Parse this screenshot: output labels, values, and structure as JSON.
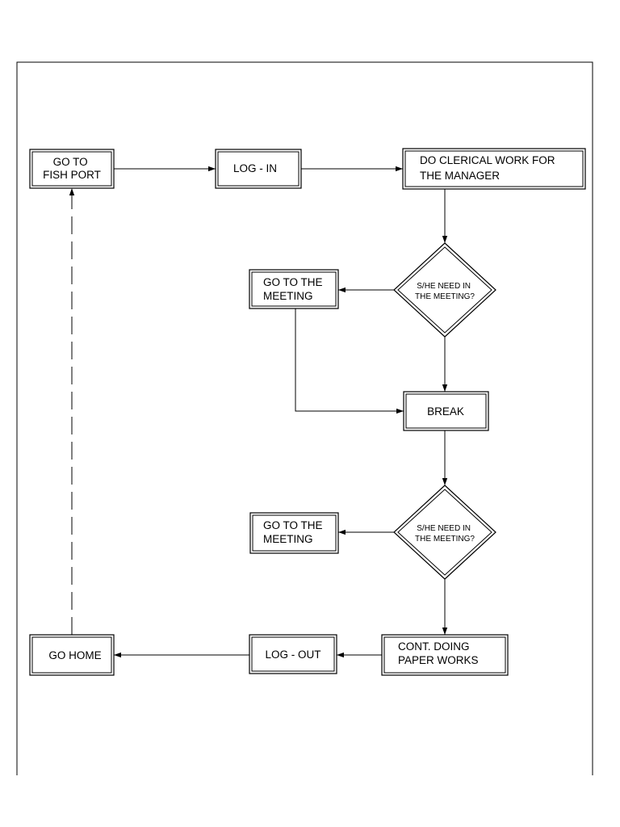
{
  "nodes": {
    "go_to_fish_port": [
      "GO TO",
      "FISH PORT"
    ],
    "log_in": [
      "LOG - IN"
    ],
    "do_clerical_work": [
      "DO CLERICAL WORK FOR",
      "THE MANAGER"
    ],
    "decision_1": [
      "S/HE NEED IN",
      "THE MEETING?"
    ],
    "go_to_meeting_1": [
      "GO TO THE",
      "MEETING"
    ],
    "break": [
      "BREAK"
    ],
    "decision_2": [
      "S/HE NEED IN",
      "THE MEETING?"
    ],
    "go_to_meeting_2": [
      "GO TO THE",
      "MEETING"
    ],
    "cont_paper_works": [
      "CONT. DOING",
      "PAPER WORKS"
    ],
    "log_out": [
      "LOG - OUT"
    ],
    "go_home": [
      "GO HOME"
    ]
  },
  "colors": {
    "stroke": "#000000",
    "background": "#ffffff"
  }
}
